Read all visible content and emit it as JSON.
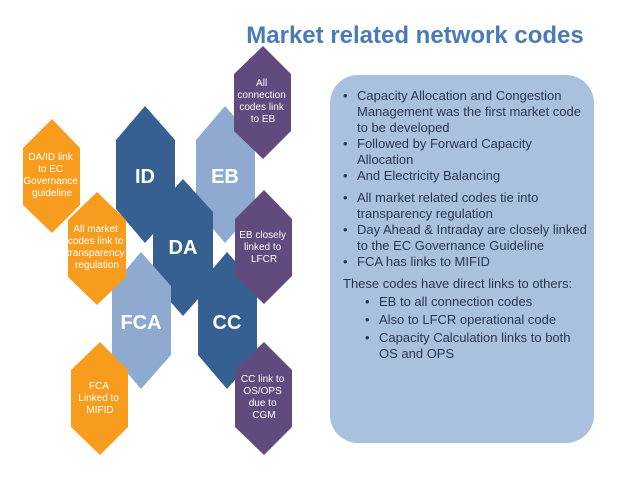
{
  "title": "Market related network codes",
  "colors": {
    "dark_blue": "#376092",
    "light_blue": "#8eaad0",
    "orange": "#f79c1c",
    "purple": "#614a7e",
    "panel": "#a9c0df",
    "title": "#4a7ab8"
  },
  "hexagons": [
    {
      "id": "id",
      "label": "ID",
      "color": "dark_blue"
    },
    {
      "id": "eb",
      "label": "EB",
      "color": "light_blue"
    },
    {
      "id": "da",
      "label": "DA",
      "color": "dark_blue"
    },
    {
      "id": "fca",
      "label": "FCA",
      "color": "light_blue"
    },
    {
      "id": "cc",
      "label": "CC",
      "color": "dark_blue"
    }
  ],
  "notes": [
    {
      "id": "all-connection",
      "lines": [
        "All",
        "connection",
        "codes link",
        "to EB"
      ],
      "color": "purple"
    },
    {
      "id": "daid",
      "lines": [
        "DA/ID link",
        "to EC",
        "Governance",
        "guideline"
      ],
      "color": "orange"
    },
    {
      "id": "all-market",
      "lines": [
        "All market",
        "codes link to",
        "transparency",
        "regulation"
      ],
      "color": "orange"
    },
    {
      "id": "eb-closely",
      "lines": [
        "EB closely",
        "linked to",
        "LFCR"
      ],
      "color": "purple"
    },
    {
      "id": "fca-linked",
      "lines": [
        "FCA",
        "Linked to",
        "MIFID"
      ],
      "color": "orange"
    },
    {
      "id": "cc-link",
      "lines": [
        "CC link to",
        "OS/OPS",
        "due to",
        "CGM"
      ],
      "color": "purple"
    }
  ],
  "panel": {
    "bullets1": [
      "Capacity Allocation and Congestion Management was the first market code to be developed",
      "Followed by Forward Capacity Allocation",
      "And Electricity Balancing"
    ],
    "bullets2": [
      "All market related codes tie into transparency regulation",
      "Day Ahead & Intraday are closely linked to the EC Governance Guideline",
      "FCA has links to MIFID"
    ],
    "intro": "These codes have direct links to others:",
    "sub_bullets": [
      "EB to all connection codes",
      "Also to LFCR operational code",
      "Capacity Calculation links to both OS and OPS"
    ]
  }
}
